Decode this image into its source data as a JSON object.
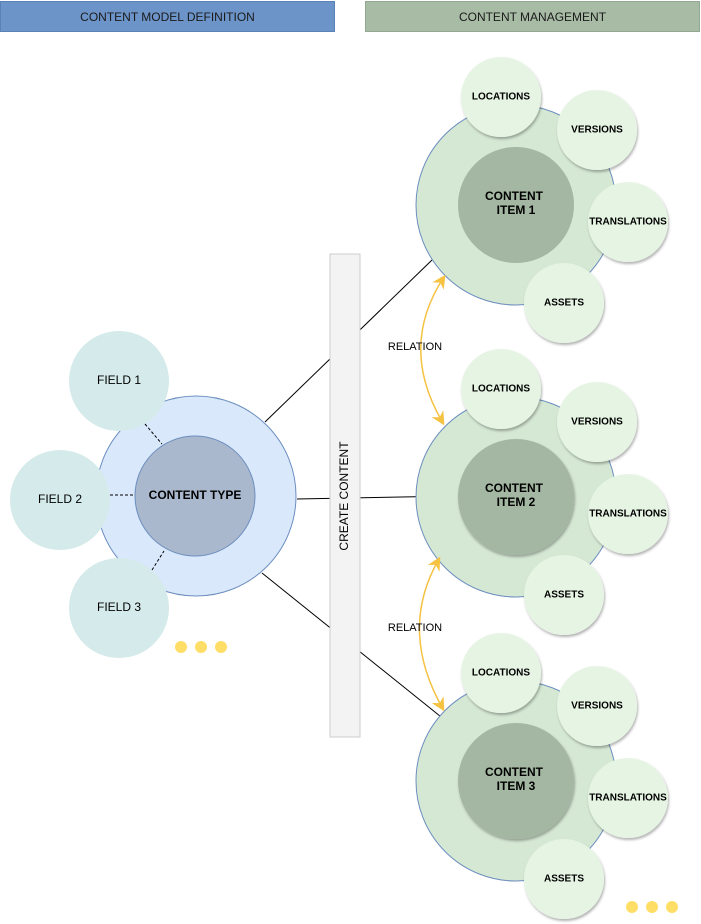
{
  "headers": {
    "left": "CONTENT MODEL DEFINITION",
    "right": "CONTENT MANAGEMENT"
  },
  "content_type": {
    "label": "CONTENT TYPE",
    "fields": [
      "FIELD 1",
      "FIELD 2",
      "FIELD 3"
    ]
  },
  "create_content": "CREATE CONTENT",
  "relation_label": "RELATION",
  "items": [
    {
      "line1": "CONTENT",
      "line2": "ITEM 1"
    },
    {
      "line1": "CONTENT",
      "line2": "ITEM 2"
    },
    {
      "line1": "CONTENT",
      "line2": "ITEM 3"
    }
  ],
  "satellites": {
    "locations": "LOCATIONS",
    "versions": "VERSIONS",
    "translations": "TRANSLATIONS",
    "assets": "ASSETS"
  },
  "colors": {
    "outer_blue": "#dae8fc",
    "inner_blue": "#a9b8cc",
    "field_fill": "#d5eaea",
    "outer_green": "#d5e8d4",
    "inner_green": "#a4b7a2",
    "satellite": "#e6f5e3",
    "relation_arrow": "#f5c242",
    "dots": "#ffd84d"
  }
}
